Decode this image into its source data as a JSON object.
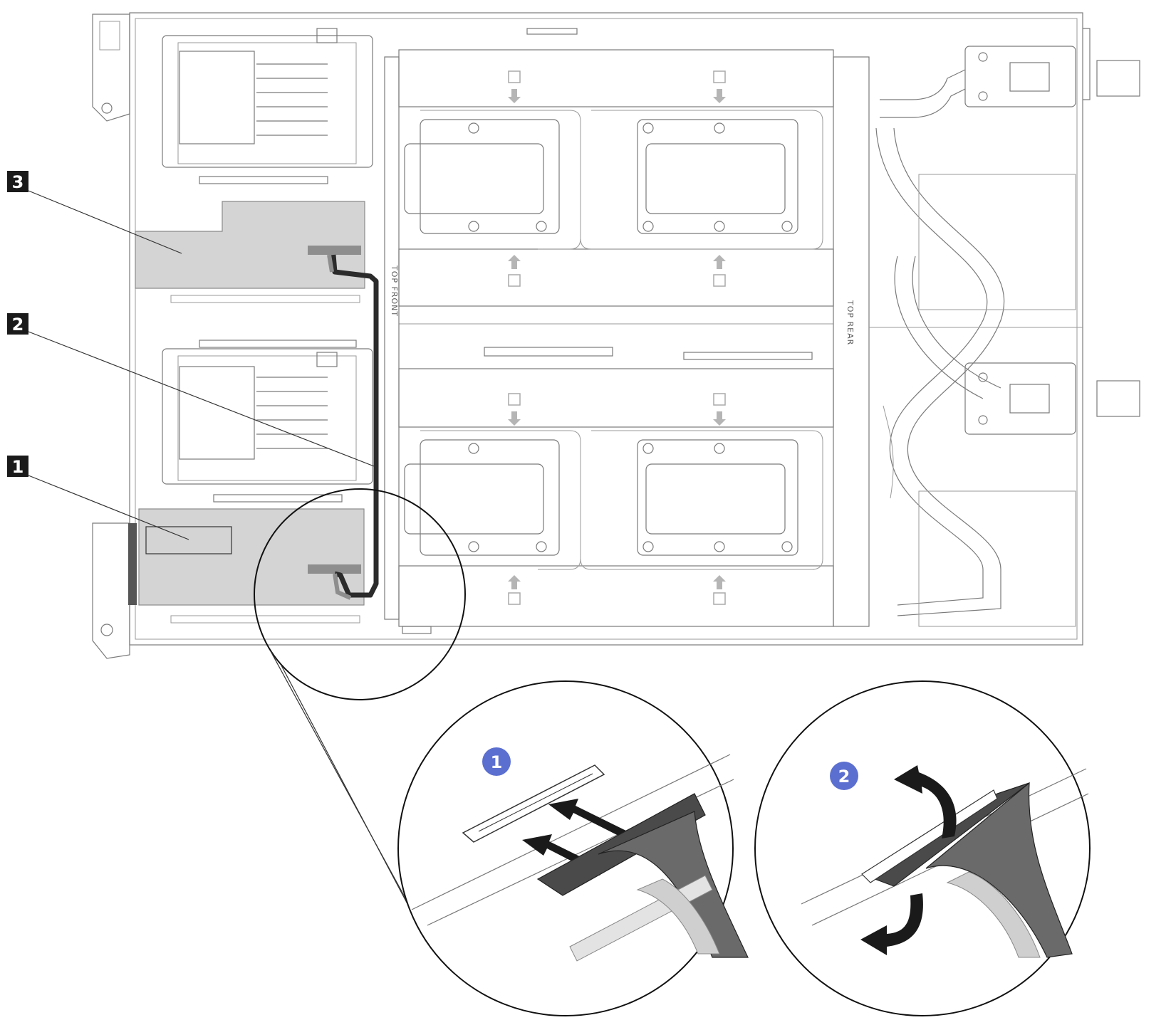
{
  "callouts": [
    {
      "id": "1",
      "text": "1"
    },
    {
      "id": "2",
      "text": "2"
    },
    {
      "id": "3",
      "text": "3"
    }
  ],
  "steps": [
    {
      "id": "1",
      "text": "1"
    },
    {
      "id": "2",
      "text": "2"
    }
  ],
  "board_markings": {
    "top_front": "TOP FRONT",
    "top_rear": "TOP REAR"
  },
  "colors": {
    "callout_fill": "#1a1a1a",
    "step_fill": "#5b6fd0",
    "adapter_fill": "#d4d4d4",
    "cable_dark": "#2b2b2b",
    "cable_gray": "#8e8e8e"
  }
}
